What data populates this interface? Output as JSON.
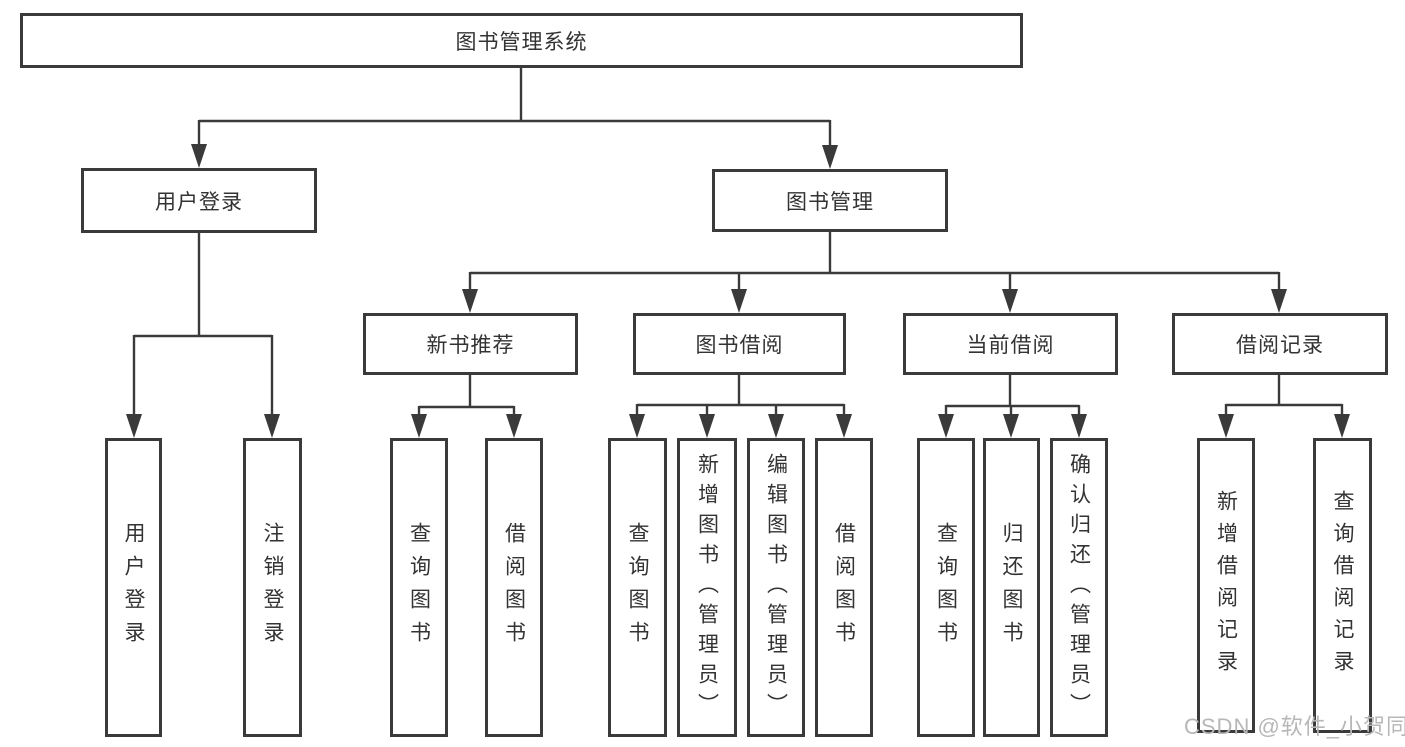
{
  "tree": {
    "label": "图书管理系统",
    "children": [
      {
        "label": "用户登录",
        "children": [
          {
            "label": "用户登录"
          },
          {
            "label": "注销登录"
          }
        ]
      },
      {
        "label": "图书管理",
        "children": [
          {
            "label": "新书推荐",
            "children": [
              {
                "label": "查询图书"
              },
              {
                "label": "借阅图书"
              }
            ]
          },
          {
            "label": "图书借阅",
            "children": [
              {
                "label": "查询图书"
              },
              {
                "label": "新增图书（管理员）"
              },
              {
                "label": "编辑图书（管理员）"
              },
              {
                "label": "借阅图书"
              }
            ]
          },
          {
            "label": "当前借阅",
            "children": [
              {
                "label": "查询图书"
              },
              {
                "label": "归还图书"
              },
              {
                "label": "确认归还（管理员）"
              }
            ]
          },
          {
            "label": "借阅记录",
            "children": [
              {
                "label": "新增借阅记录"
              },
              {
                "label": "查询借阅记录"
              }
            ]
          }
        ]
      }
    ]
  },
  "watermark": {
    "text": "CSDN @软件_小贺同学"
  },
  "colors": {
    "line": "#3a3a3a",
    "text": "#333333",
    "watermark-color": "#b7b7b7",
    "background": "#ffffff"
  }
}
